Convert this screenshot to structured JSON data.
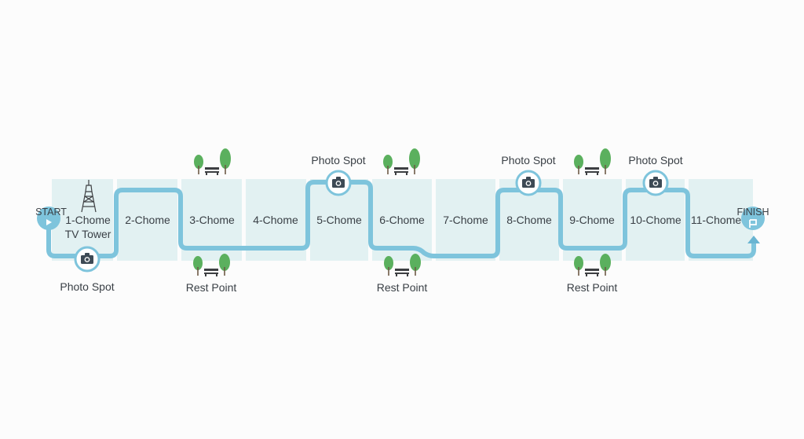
{
  "colors": {
    "block_fill": "#e2f1f2",
    "route": "#7ec4dc",
    "route_dark": "#6ab5d2",
    "marker_fill": "#7ec4dc",
    "tree_green": "#5bb05e",
    "tree_trunk": "#6d5a45",
    "bench": "#3d3f42",
    "camera": "#3d4a55"
  },
  "endpoints": {
    "start_label": "START",
    "finish_label": "FINISH"
  },
  "blocks": [
    {
      "label": "1-Chome",
      "sublabel": "TV Tower",
      "landmark": "tower-icon"
    },
    {
      "label": "2-Chome"
    },
    {
      "label": "3-Chome"
    },
    {
      "label": "4-Chome"
    },
    {
      "label": "5-Chome"
    },
    {
      "label": "6-Chome"
    },
    {
      "label": "7-Chome"
    },
    {
      "label": "8-Chome"
    },
    {
      "label": "9-Chome"
    },
    {
      "label": "10-Chome"
    },
    {
      "label": "11-Chome"
    }
  ],
  "photo_spots": [
    {
      "label": "Photo Spot",
      "block": 1,
      "side": "bottom"
    },
    {
      "label": "Photo Spot",
      "block": 5,
      "side": "top"
    },
    {
      "label": "Photo Spot",
      "block": 8,
      "side": "top"
    },
    {
      "label": "Photo Spot",
      "block": 10,
      "side": "top"
    }
  ],
  "rest_points": [
    {
      "label": "Rest Point",
      "block": 3
    },
    {
      "label": "Rest Point",
      "block": 6
    },
    {
      "label": "Rest Point",
      "block": 9
    }
  ],
  "tree_groups": [
    {
      "block": 3,
      "side": "top"
    },
    {
      "block": 6,
      "side": "top"
    },
    {
      "block": 9,
      "side": "top"
    },
    {
      "block": 3,
      "side": "bottom"
    },
    {
      "block": 6,
      "side": "bottom"
    },
    {
      "block": 9,
      "side": "bottom"
    }
  ]
}
